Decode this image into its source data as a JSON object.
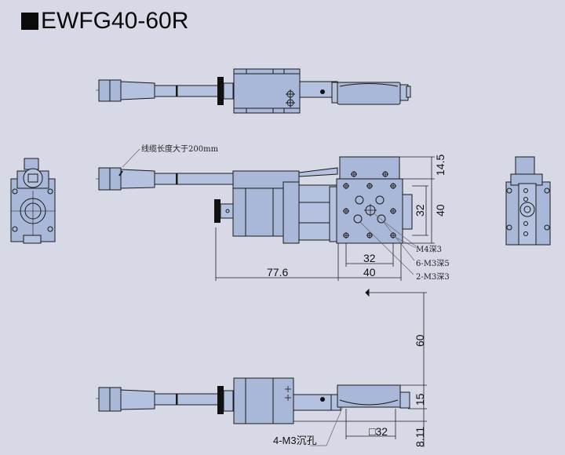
{
  "title": "EWFG40-60R",
  "colors": {
    "background": "#d7d9e6",
    "part_fill": "#a9b8d8",
    "line": "#1a1a1a"
  },
  "views": {
    "top": {
      "name": "top-view"
    },
    "front": {
      "name": "front-view"
    },
    "left": {
      "name": "left-end-view"
    },
    "right": {
      "name": "right-end-view"
    },
    "side": {
      "name": "side-view"
    }
  },
  "annotations": {
    "cable_note": "线缆长度大于200mm",
    "m4_depth": "M4深3",
    "m3_6_depth": "6-M3深5",
    "m3_2_depth": "2-M3深3",
    "m3_counterbore": "4-M3沉孔"
  },
  "dimensions": {
    "top_height": "14.5",
    "inner_width": "32",
    "outer_width": "40",
    "bottom_inner": "32",
    "bottom_outer": "40",
    "motor_length": "77.6",
    "travel_height": "60",
    "stage_height": "15",
    "base_offset": "8.11",
    "square_32": "□32"
  }
}
